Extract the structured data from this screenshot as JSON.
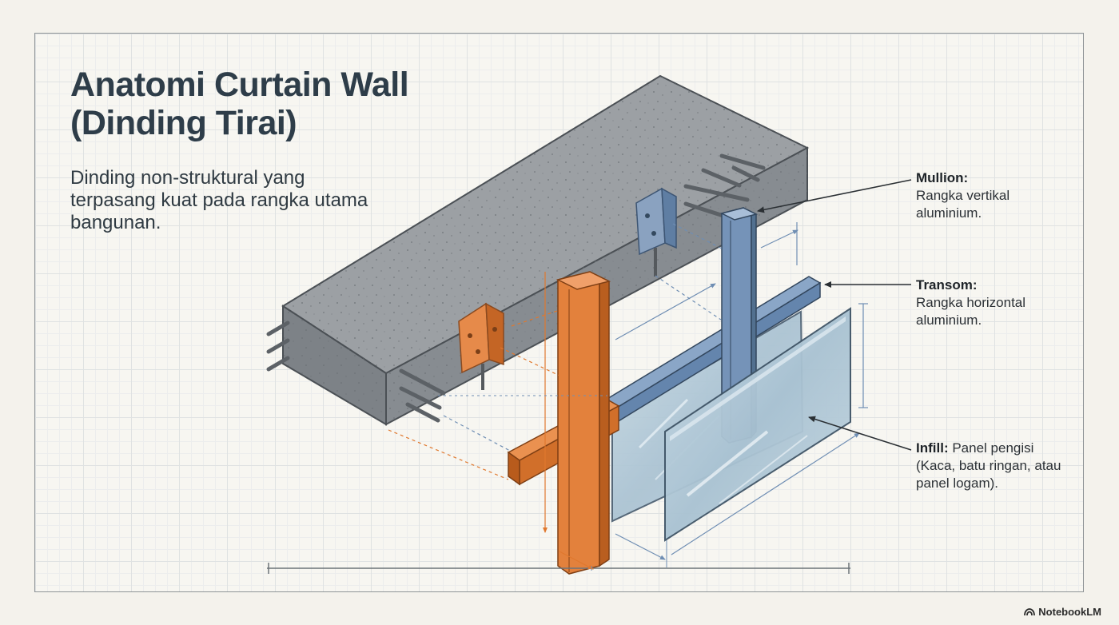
{
  "title": {
    "line1": "Anatomi Curtain Wall",
    "line2": "(Dinding Tirai)"
  },
  "subtitle": "Dinding non-struktural yang terpasang kuat pada rangka utama bangunan.",
  "labels": {
    "mullion": {
      "term": "Mullion:",
      "desc": "Rangka vertikal aluminium."
    },
    "transom": {
      "term": "Transom:",
      "desc": "Rangka horizontal aluminium."
    },
    "infill": {
      "term": "Infill:",
      "desc1": " Panel pengisi",
      "desc2": "(Kaca, batu ringan, atau panel logam)."
    }
  },
  "brand": "NotebookLM",
  "colors": {
    "background": "#f7f6f1",
    "grid": "#dfe2e2",
    "concrete": "#8e9398",
    "orange_frame": "#e0782e",
    "blue_frame": "#6f8eb3",
    "glass": "#b9cfdc",
    "text": "#2e3d49"
  }
}
